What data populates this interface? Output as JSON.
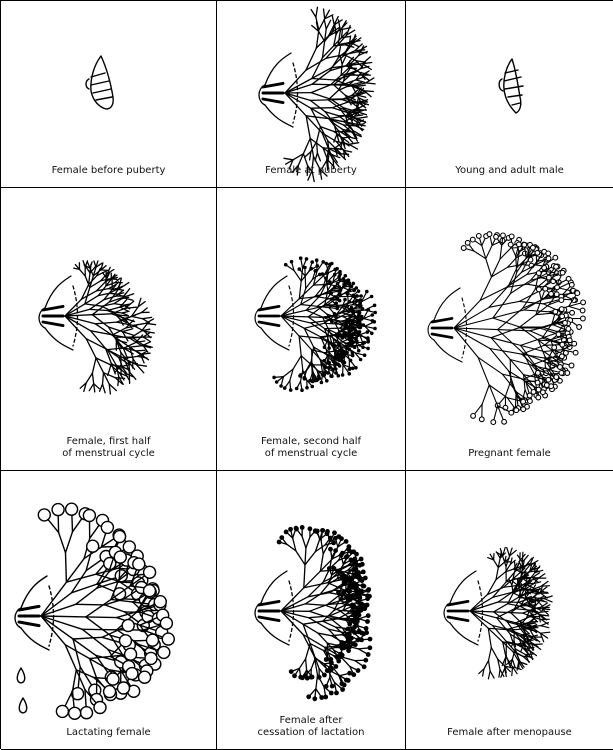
{
  "panels": [
    {
      "caption": "Female before puberty",
      "stage": "immature"
    },
    {
      "caption": "Female at puberty",
      "stage": "puberty"
    },
    {
      "caption": "Young and adult male",
      "stage": "male"
    },
    {
      "caption": "Female, first half\nof menstrual cycle",
      "stage": "menstrual-first"
    },
    {
      "caption": "Female, second half\nof menstrual cycle",
      "stage": "menstrual-second"
    },
    {
      "caption": "Pregnant female",
      "stage": "pregnant"
    },
    {
      "caption": "Lactating female",
      "stage": "lactating"
    },
    {
      "caption": "Female after\ncessation of lactation",
      "stage": "post-lactation"
    },
    {
      "caption": "Female after menopause",
      "stage": "menopause"
    }
  ],
  "colors": {
    "ink": "#000000",
    "background": "#ffffff",
    "grid": "#000000"
  }
}
